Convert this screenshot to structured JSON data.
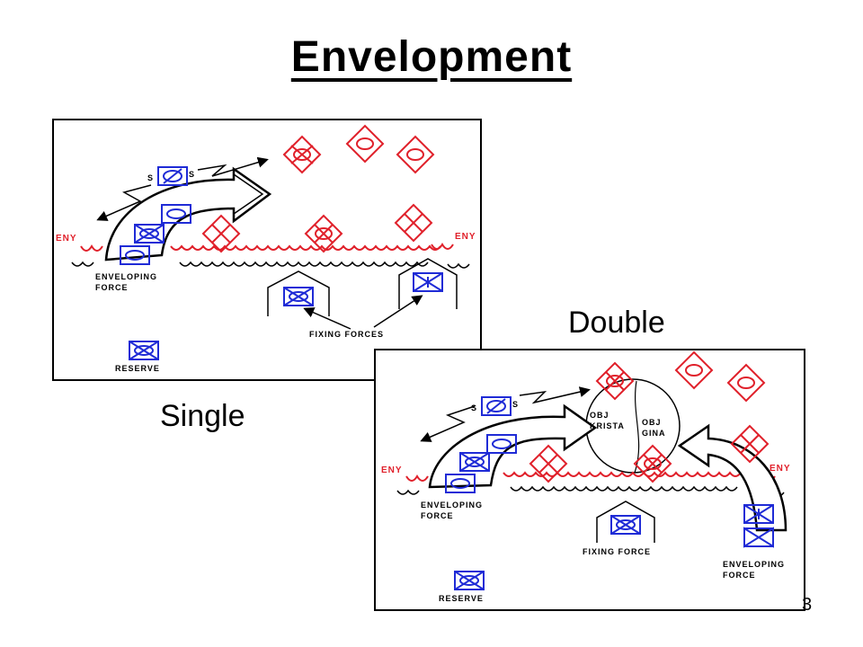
{
  "slide": {
    "title": "Envelopment",
    "captions": {
      "single": "Single",
      "double": "Double"
    },
    "page_number": "3"
  },
  "single": {
    "eny_left": "ENY",
    "eny_right": "ENY",
    "s1": "S",
    "s2": "S",
    "enveloping_force": "ENVELOPING\nFORCE",
    "fixing_forces": "FIXING  FORCES",
    "reserve": "RESERVE"
  },
  "double": {
    "eny_left": "ENY",
    "eny_right": "ENY",
    "s1": "S",
    "s2": "S",
    "obj_krista": "OBJ\nKRISTA",
    "obj_gina": "OBJ\nGINA",
    "enveloping_force_left": "ENVELOPING\nFORCE",
    "fixing_force": "FIXING  FORCE",
    "enveloping_force_right": "ENVELOPING\nFORCE",
    "reserve": "RESERVE"
  },
  "colors": {
    "friendly": "#1f2bd6",
    "enemy": "#e0202a",
    "line": "#000000"
  }
}
